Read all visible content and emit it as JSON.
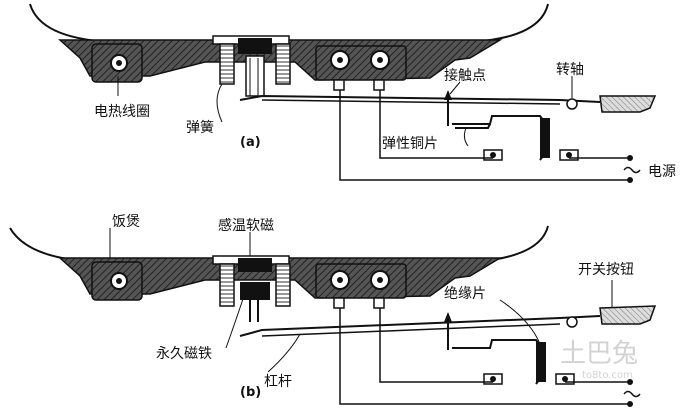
{
  "diagram_a": {
    "caption": "(a)",
    "labels": {
      "heating_coil": "电热线圈",
      "spring": "弹簧",
      "contact_point": "接触点",
      "pivot": "转轴",
      "elastic_copper": "弹性铜片",
      "power": "电源"
    }
  },
  "diagram_b": {
    "caption": "(b)",
    "labels": {
      "rice_pot": "饭煲",
      "thermo_soft_magnet": "感温软磁",
      "switch_button": "开关按钮",
      "insulating_sheet": "绝缘片",
      "permanent_magnet": "永久磁铁",
      "lever": "杠杆"
    }
  },
  "watermark": {
    "logo": "土巴兔",
    "url": "to8to.com"
  }
}
